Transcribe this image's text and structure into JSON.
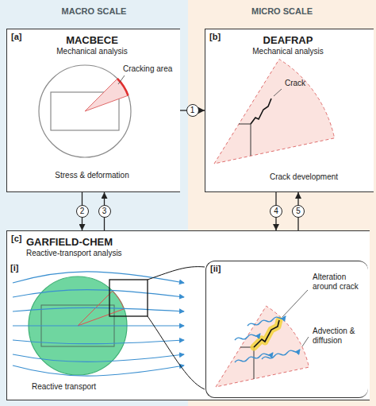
{
  "diagram": {
    "nodes": [
      {
        "text": [
          "MACRO SCALE"
        ]
      },
      {
        "text": [
          "MICRO SCALE"
        ]
      },
      {
        "text": [
          "[a]",
          "MACBECE",
          "Mechanical analysis",
          "Cracking area",
          "Stress & deformation"
        ],
        "in": 0
      },
      {
        "text": [
          "[b]",
          "DEAFRAP",
          "Mechanical analysis",
          "Crack",
          "Crack development"
        ],
        "in": 1
      },
      {
        "text": [
          "[c]",
          "GARFIELD-CHEM",
          "Reactive-transport analysis"
        ]
      },
      {
        "text": [
          "[ii]",
          "Alteration around crack",
          "Advection & diffusion"
        ],
        "in": 4
      }
    ],
    "edges": [
      {
        "from": 2,
        "to": 3,
        "label": "1",
        "arrow": "to"
      },
      {
        "from": 2,
        "to": 4,
        "label": "2",
        "arrow": "to"
      },
      {
        "from": 4,
        "to": 2,
        "label": "3",
        "arrow": "to"
      },
      {
        "from": 3,
        "to": 4,
        "label": "4",
        "arrow": "to"
      },
      {
        "from": 4,
        "to": 3,
        "label": "5",
        "arrow": "to"
      }
    ],
    "labels": [
      "[i]",
      "Reactive transport"
    ]
  }
}
